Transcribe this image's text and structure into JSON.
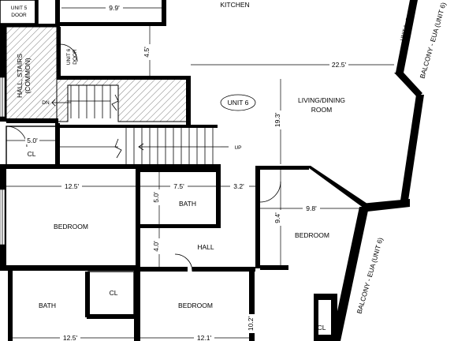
{
  "rooms": {
    "kitchen": "KITCHEN",
    "living": "LIVING/DINING",
    "living_2": "ROOM",
    "unit_label": "UNIT 6",
    "bedroom_left": "BEDROOM",
    "bedroom_mid": "BEDROOM",
    "bedroom_right": "BEDROOM",
    "bath_top": "BATH",
    "bath_bottom": "BATH",
    "hall": "HALL",
    "closet_left": "CL",
    "closet_mid": "CL",
    "closet_right": "CL",
    "stairs_line1": "HALL, STAIRS",
    "stairs_line2": "(COMMON)",
    "unit5_door_1": "UNIT 5",
    "unit5_door_2": "DOOR",
    "unit6_door_1": "UNIT 6",
    "unit6_door_2": "DOOR",
    "unit6_door_top": "UNIT 6 - DOOR",
    "unit6_door_bottom": "UNIT 6 - DOOR",
    "balcony_top": "BALCONY - EUA (UNIT 6)",
    "balcony_bottom": "BALCONY - EUA (UNIT 6)",
    "dn": "DN",
    "up": "UP"
  },
  "dimensions": {
    "kitchen_width": "9.9'",
    "kitchen_depth": "4.5'",
    "living_width": "22.5'",
    "living_depth": "19.3'",
    "closet_width": "5.0'",
    "bedroom_left_width": "12.5'",
    "bath_width": "7.5'",
    "bath_depth": "5.0'",
    "hall_gap": "3.2'",
    "hall_depth": "4.0'",
    "bedroom_right_width": "9.8'",
    "bedroom_right_depth": "9.4'",
    "bottom_left_width": "12.5'",
    "bottom_mid_width": "12.1'",
    "bottom_mid_depth": "10.2'"
  }
}
